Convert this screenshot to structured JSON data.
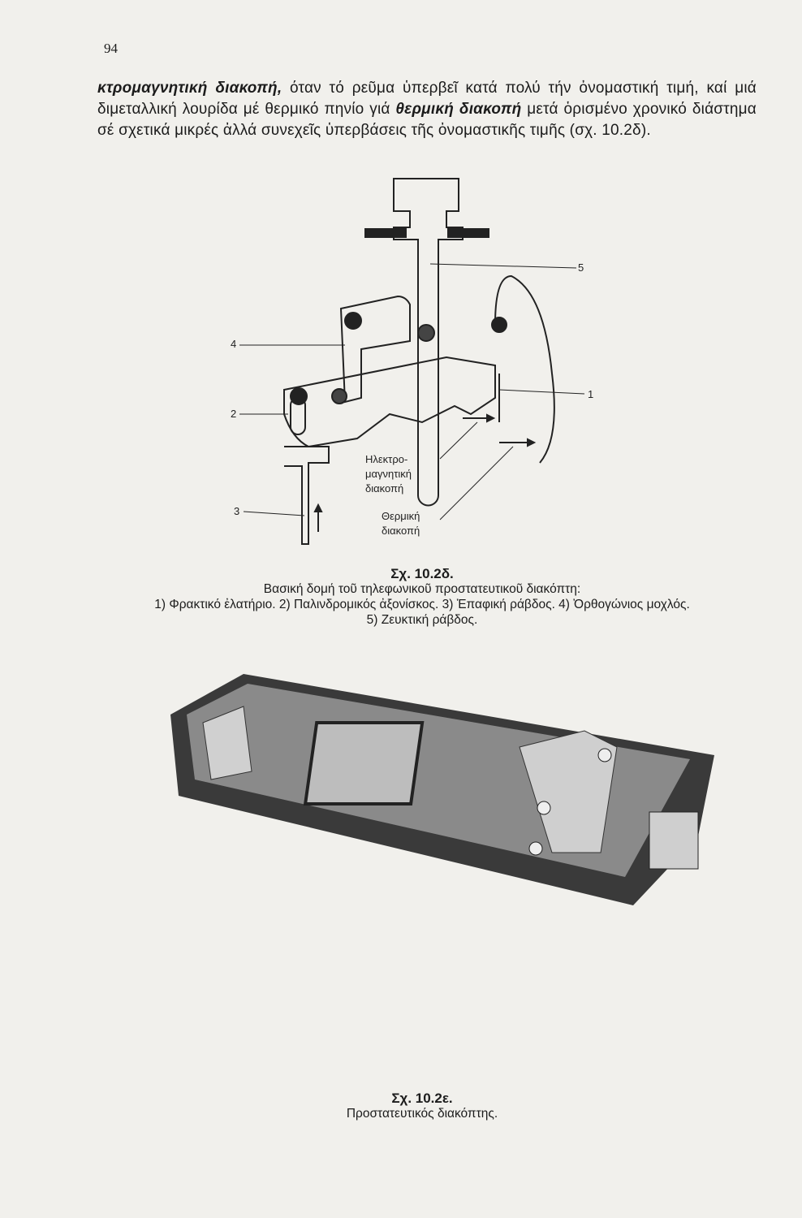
{
  "page_number": "94",
  "paragraph": {
    "bold1": "κτρομαγνητική διακοπή,",
    "text1": " όταν τό ρεῦμα ὑπερβεῖ κατά πολύ τήν ὀνομαστική τιμή, καί μιά διμεταλλική λουρίδα μέ θερμικό πηνίο γιά ",
    "bold2": "θερμική διακοπή",
    "text2": " μετά ὁρισμένο χρονικό διάστημα σέ σχετικά μικρές ἀλλά συνεχεῖς ὑπερβάσεις τῆς ὀνομαστικῆς τιμῆς (σχ. 10.2δ)."
  },
  "figure1": {
    "labels": {
      "n1": "1",
      "n2": "2",
      "n3": "3",
      "n4": "4",
      "n5": "5"
    },
    "em_line1": "Ηλεκτρο-",
    "em_line2": "μαγνητική",
    "em_line3": "διακοπή",
    "th_line1": "Θερμική",
    "th_line2": "διακοπή",
    "title": "Σχ. 10.2δ.",
    "caption1": "Βασική δομή τοῦ τηλεφωνικοῦ προστατευτικοῦ διακόπτη:",
    "caption2": "1) Φρακτικό ἐλατήριο. 2) Παλινδρομικός ἀξονίσκος. 3) Ἐπαφική ράβδος. 4) Ὀρθογώνιος μοχλός.",
    "caption3": "5) Ζευκτική ράβδος."
  },
  "figure2": {
    "title": "Σχ. 10.2ε.",
    "caption": "Προστατευτικός διακόπτης."
  }
}
